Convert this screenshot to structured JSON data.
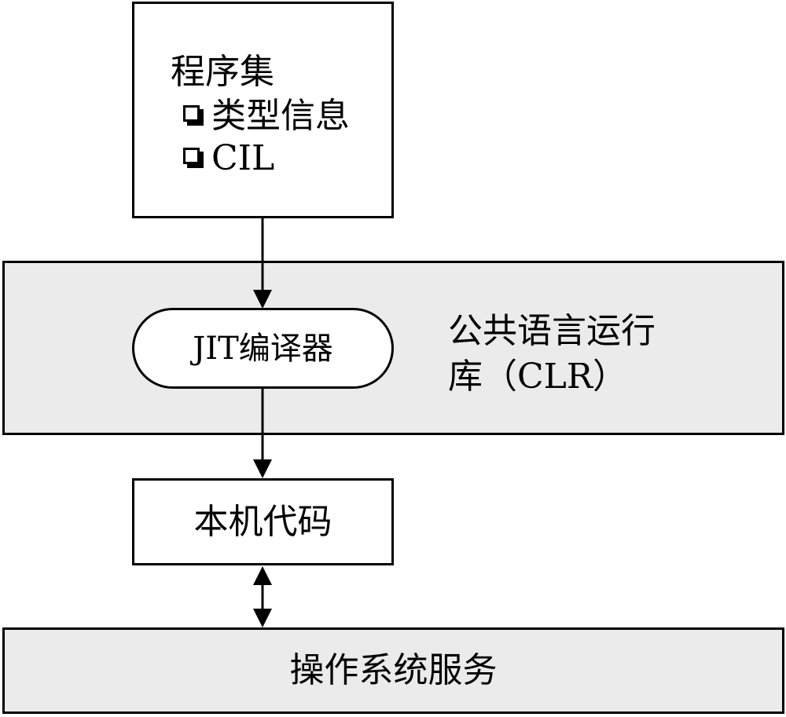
{
  "assembly": {
    "title": "程序集",
    "items": [
      "类型信息",
      "CIL"
    ]
  },
  "clr": {
    "label_line1": "公共语言运行",
    "label_line2": "库（CLR）"
  },
  "jit": {
    "label": "JIT编译器"
  },
  "native_code": {
    "label": "本机代码"
  },
  "os_services": {
    "label": "操作系统服务"
  }
}
